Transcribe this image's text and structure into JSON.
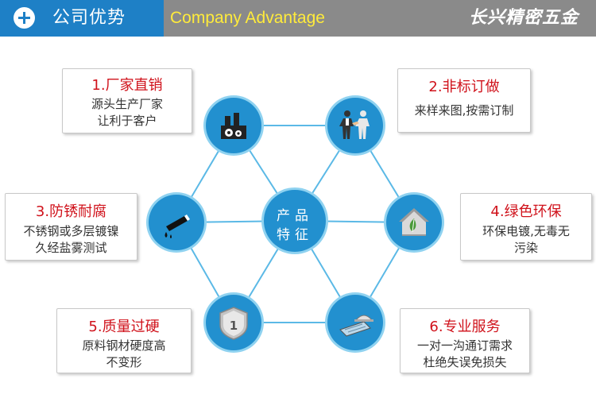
{
  "header": {
    "title_cn": "公司优势",
    "title_en": "Company Advantage",
    "brand": "长兴精密五金"
  },
  "center": {
    "line1": "产品",
    "line2": "特征"
  },
  "features": [
    {
      "title": "1.厂家直销",
      "lines": [
        "源头生产厂家",
        "让利于客户"
      ],
      "icon": "factory-icon"
    },
    {
      "title": "2.非标订做",
      "lines": [
        "来样来图,按需订制"
      ],
      "icon": "handshake-icon"
    },
    {
      "title": "3.防锈耐腐",
      "lines": [
        "不锈钢或多层镀镍",
        "久经盐雾测试"
      ],
      "icon": "test-tube-icon"
    },
    {
      "title": "4.绿色环保",
      "lines": [
        "环保电镀,无毒无",
        "污染"
      ],
      "icon": "eco-house-icon"
    },
    {
      "title": "5.质量过硬",
      "lines": [
        "原料钢材硬度高",
        "不变形"
      ],
      "icon": "quality-badge-icon"
    },
    {
      "title": "6.专业服务",
      "lines": [
        "一对一沟通订需求",
        "杜绝失误免损失"
      ],
      "icon": "blueprint-icon"
    }
  ],
  "colors": {
    "header_blue": "#1e80c6",
    "header_gray": "#8a8a8a",
    "title_yellow": "#ffeb3b",
    "node_blue": "#2290cf",
    "line_blue": "#5bb9e6",
    "feature_red": "#d0121b"
  }
}
